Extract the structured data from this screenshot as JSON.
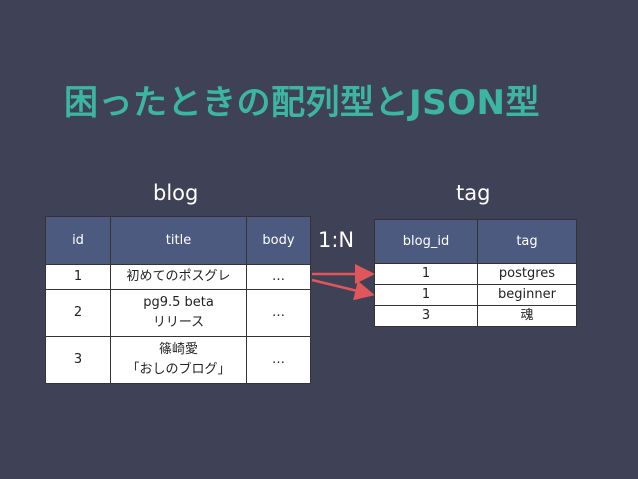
{
  "slide": {
    "title": "困ったときの配列型とJSON型"
  },
  "labels": {
    "blog_caption": "blog",
    "tag_caption": "tag",
    "relation": "1:N"
  },
  "blog_table": {
    "headers": [
      "id",
      "title",
      "body"
    ],
    "rows": [
      {
        "id": "1",
        "title_lines": [
          "初めてのポスグレ"
        ],
        "body": "…"
      },
      {
        "id": "2",
        "title_lines": [
          "pg9.5 beta",
          "リリース"
        ],
        "body": "…"
      },
      {
        "id": "3",
        "title_lines": [
          "篠崎愛",
          "「おしのブログ」"
        ],
        "body": "…"
      }
    ]
  },
  "tag_table": {
    "headers": [
      "blog_id",
      "tag"
    ],
    "rows": [
      {
        "blog_id": "1",
        "tag": "postgres"
      },
      {
        "blog_id": "1",
        "tag": "beginner"
      },
      {
        "blog_id": "3",
        "tag": "魂"
      }
    ]
  },
  "colors": {
    "background": "#3f4156",
    "title": "#3cb5a5",
    "header_fill": "#4d5a7f",
    "arrow": "#e0575b"
  }
}
